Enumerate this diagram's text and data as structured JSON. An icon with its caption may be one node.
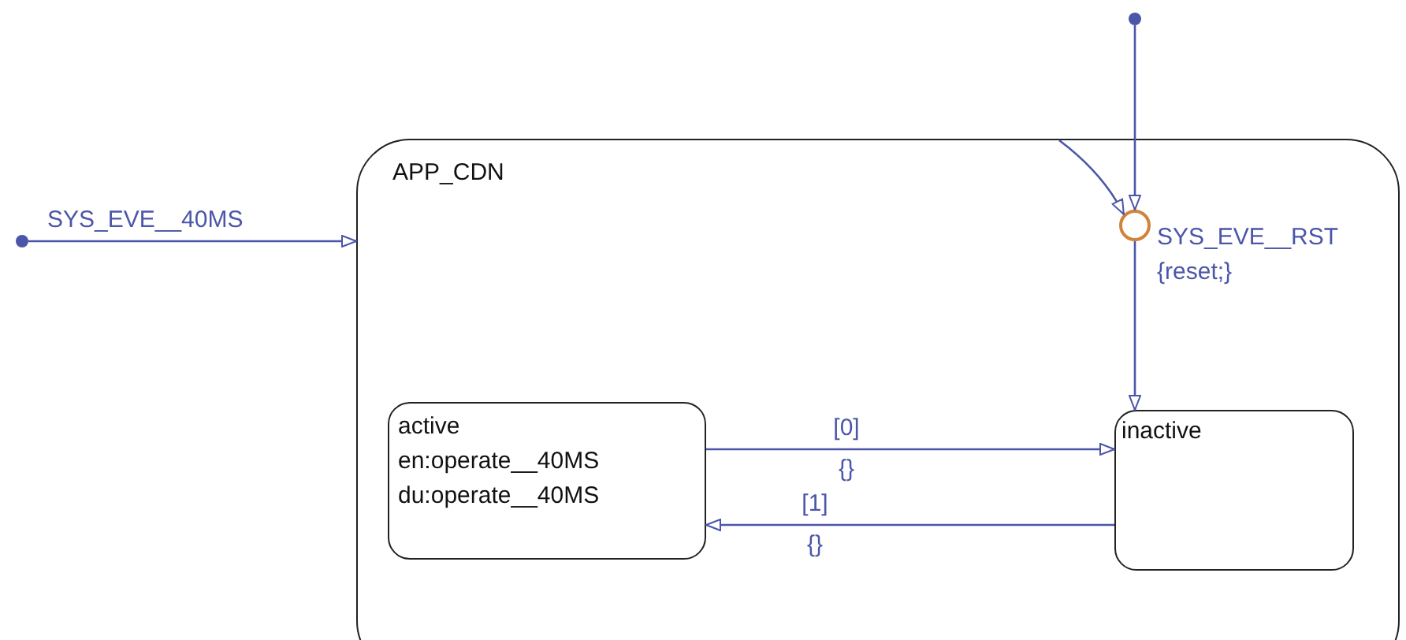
{
  "diagram": {
    "nodes": [
      {
        "text": [],
        "shape": "circle"
      },
      {
        "text": [
          "APP_CDN"
        ]
      },
      {
        "text": [],
        "shape": "circle"
      },
      {
        "text": [],
        "shape": "circle",
        "in": 1
      },
      {
        "text": [
          "active",
          "en:operate__40MS",
          "du:operate__40MS"
        ],
        "in": 1
      },
      {
        "text": [
          "inactive"
        ],
        "in": 1
      }
    ],
    "edges": [
      {
        "from": 0,
        "to": 1,
        "arrow": "to",
        "label": "SYS_EVE__40MS"
      },
      {
        "from": 2,
        "to": 3,
        "arrow": "to"
      },
      {
        "from": null,
        "to": 3,
        "arrow": "to"
      },
      {
        "from": 3,
        "to": 5,
        "arrow": "to",
        "label": "SYS_EVE__RST {reset;}"
      },
      {
        "from": 4,
        "to": 5,
        "arrow": "to",
        "label": "[0] {}"
      },
      {
        "from": 5,
        "to": 4,
        "arrow": "to",
        "label": "[1] {}"
      }
    ]
  }
}
